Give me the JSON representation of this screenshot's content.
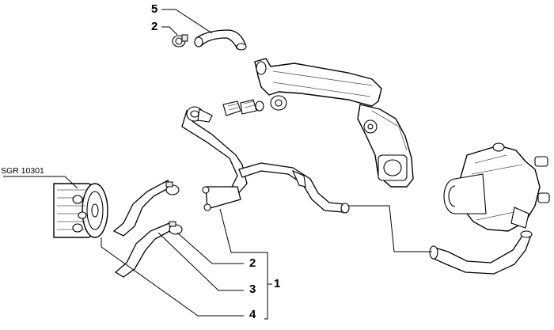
{
  "callouts": {
    "c5": "5",
    "c2_top": "2",
    "sgr": "SGR 10301",
    "c2_right": "2",
    "c3": "3",
    "c4": "4",
    "c1": "1"
  }
}
